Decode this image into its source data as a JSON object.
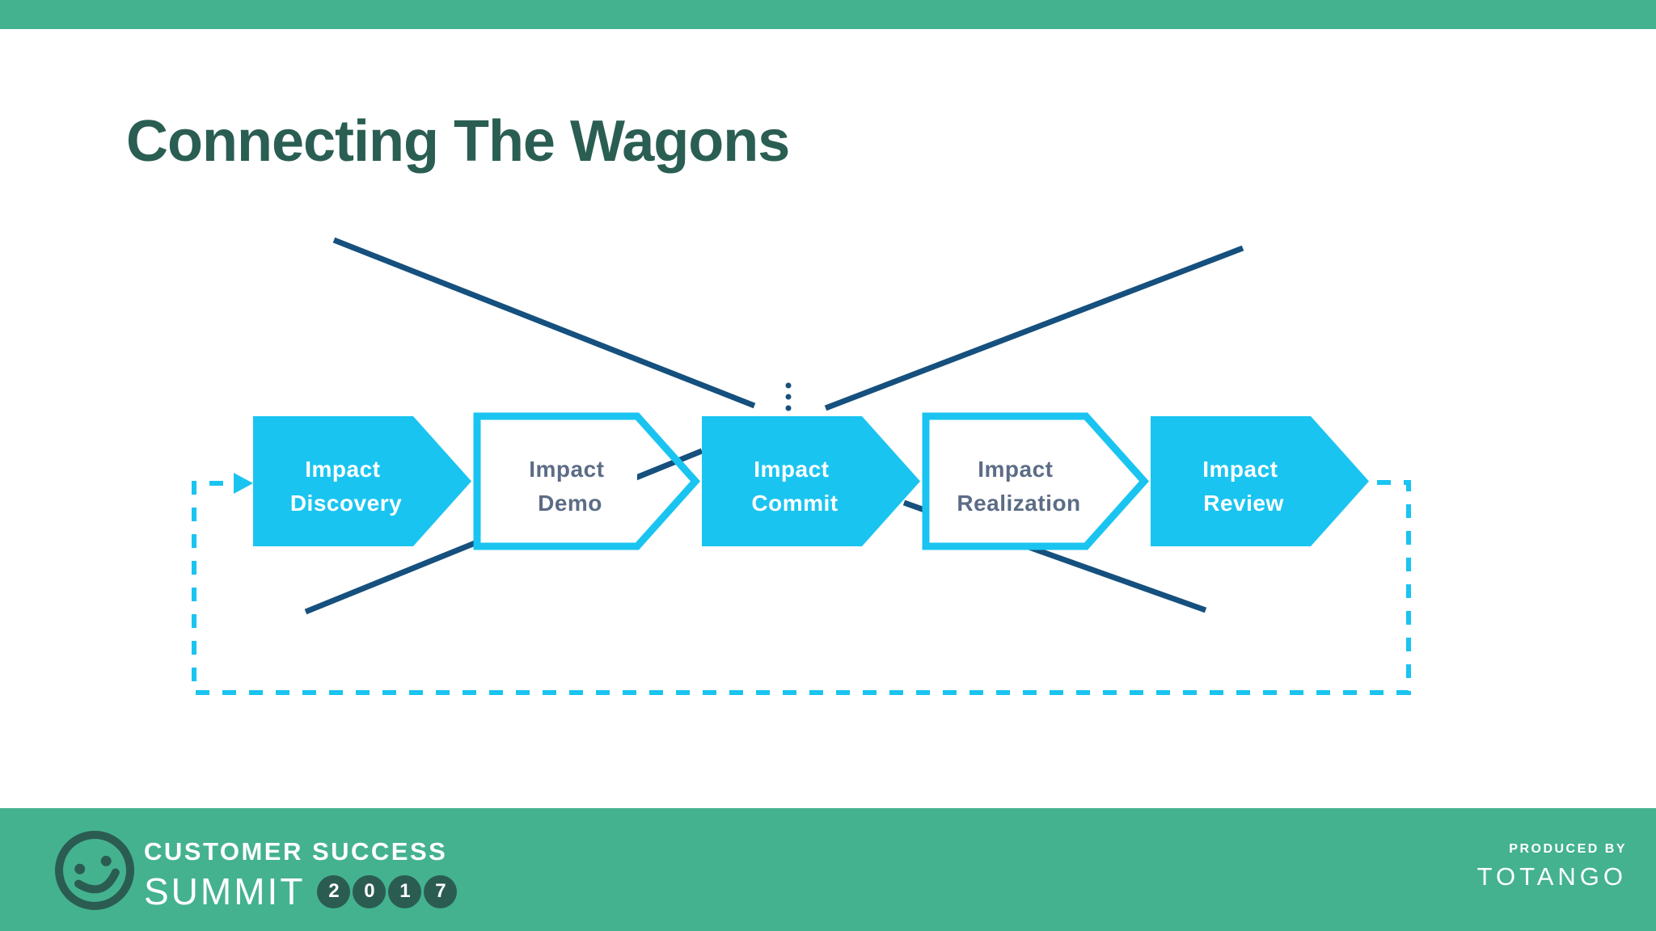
{
  "title": "Connecting The Wagons",
  "diagram": {
    "stages": [
      {
        "line1": "Impact",
        "line2": "Discovery",
        "style": "solid"
      },
      {
        "line1": "Impact",
        "line2": "Demo",
        "style": "outline"
      },
      {
        "line1": "Impact",
        "line2": "Commit",
        "style": "solid"
      },
      {
        "line1": "Impact",
        "line2": "Realization",
        "style": "outline"
      },
      {
        "line1": "Impact",
        "line2": "Review",
        "style": "solid"
      }
    ],
    "icons": [
      "ellipsis-dots",
      "loop-arrowhead-icon"
    ],
    "colors": {
      "cyan": "#1AC4F0",
      "navy": "#15507E",
      "slate_text": "#5C6C86",
      "white_text": "#FFFFFF"
    }
  },
  "footer": {
    "brand_line1": "CUSTOMER SUCCESS",
    "brand_line2": "SUMMIT",
    "year_digits": [
      "2",
      "0",
      "1",
      "7"
    ],
    "produced_by": "PRODUCED BY",
    "producer": "TOTANGO",
    "icons": [
      "smiley-icon"
    ],
    "colors": {
      "background": "#44B28F",
      "logo_dark": "#2B5C52"
    }
  },
  "page_colors": {
    "top_bar": "#44B28F",
    "title_text": "#2A5E52",
    "background": "#FFFFFF"
  }
}
